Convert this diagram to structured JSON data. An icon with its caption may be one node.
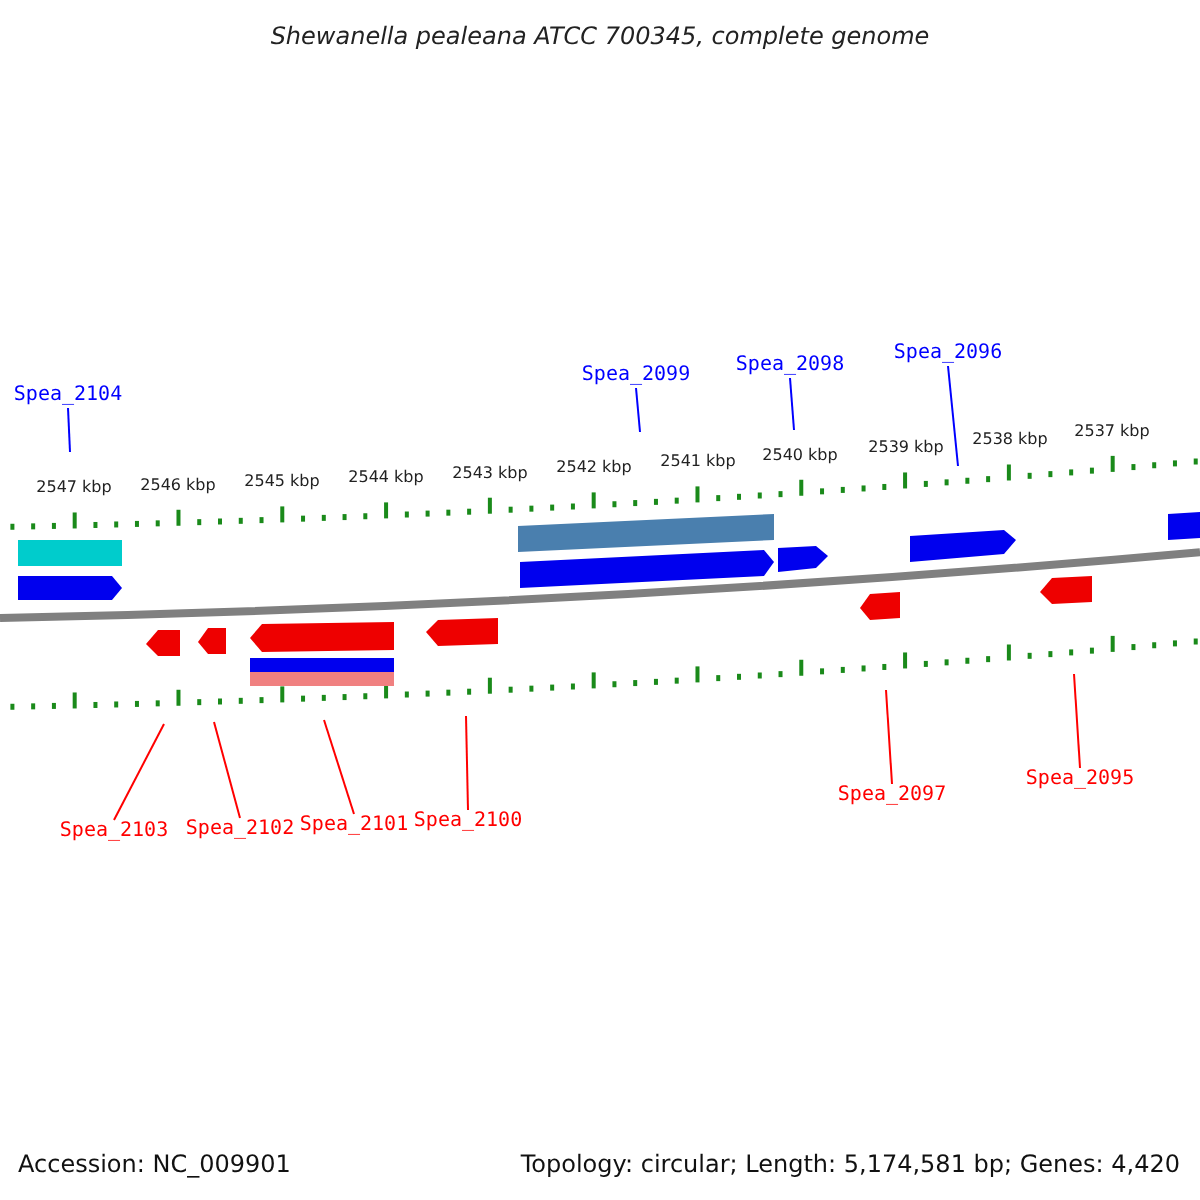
{
  "diagram": {
    "title": "Shewanella pealeana ATCC 700345, complete genome",
    "nodes": [
      {
        "text": [
          "Spea_2104"
        ]
      },
      {
        "text": [
          "Spea_2099"
        ]
      },
      {
        "text": [
          "Spea_2098"
        ]
      },
      {
        "text": [
          "Spea_2096"
        ]
      },
      {
        "text": [
          "Spea_2103"
        ]
      },
      {
        "text": [
          "Spea_2102"
        ]
      },
      {
        "text": [
          "Spea_2101"
        ]
      },
      {
        "text": [
          "Spea_2100"
        ]
      },
      {
        "text": [
          "Spea_2097"
        ]
      },
      {
        "text": [
          "Spea_2095"
        ]
      }
    ],
    "edges": [
      {
        "from": 0,
        "to": null,
        "arrow": "none",
        "color": "#0000ff"
      },
      {
        "from": 1,
        "to": null,
        "arrow": "none",
        "color": "#0000ff"
      },
      {
        "from": 2,
        "to": null,
        "arrow": "none",
        "color": "#0000ff"
      },
      {
        "from": 3,
        "to": null,
        "arrow": "none",
        "color": "#0000ff"
      },
      {
        "from": 4,
        "to": null,
        "arrow": "none"
      },
      {
        "from": 5,
        "to": null,
        "arrow": "none"
      },
      {
        "from": 6,
        "to": null,
        "arrow": "none"
      },
      {
        "from": 7,
        "to": null,
        "arrow": "none"
      },
      {
        "from": 8,
        "to": null,
        "arrow": "none"
      },
      {
        "from": 9,
        "to": null,
        "arrow": "none"
      }
    ],
    "labels": [
      "2547 kbp",
      "2546 kbp",
      "2545 kbp",
      "2544 kbp",
      "2543 kbp",
      "2542 kbp",
      "2541 kbp",
      "2540 kbp",
      "2539 kbp",
      "2538 kbp",
      "2537 kbp",
      "Accession: NC_009901",
      "Topology: circular; Length: 5,174,581 bp; Genes: 4,420"
    ]
  }
}
